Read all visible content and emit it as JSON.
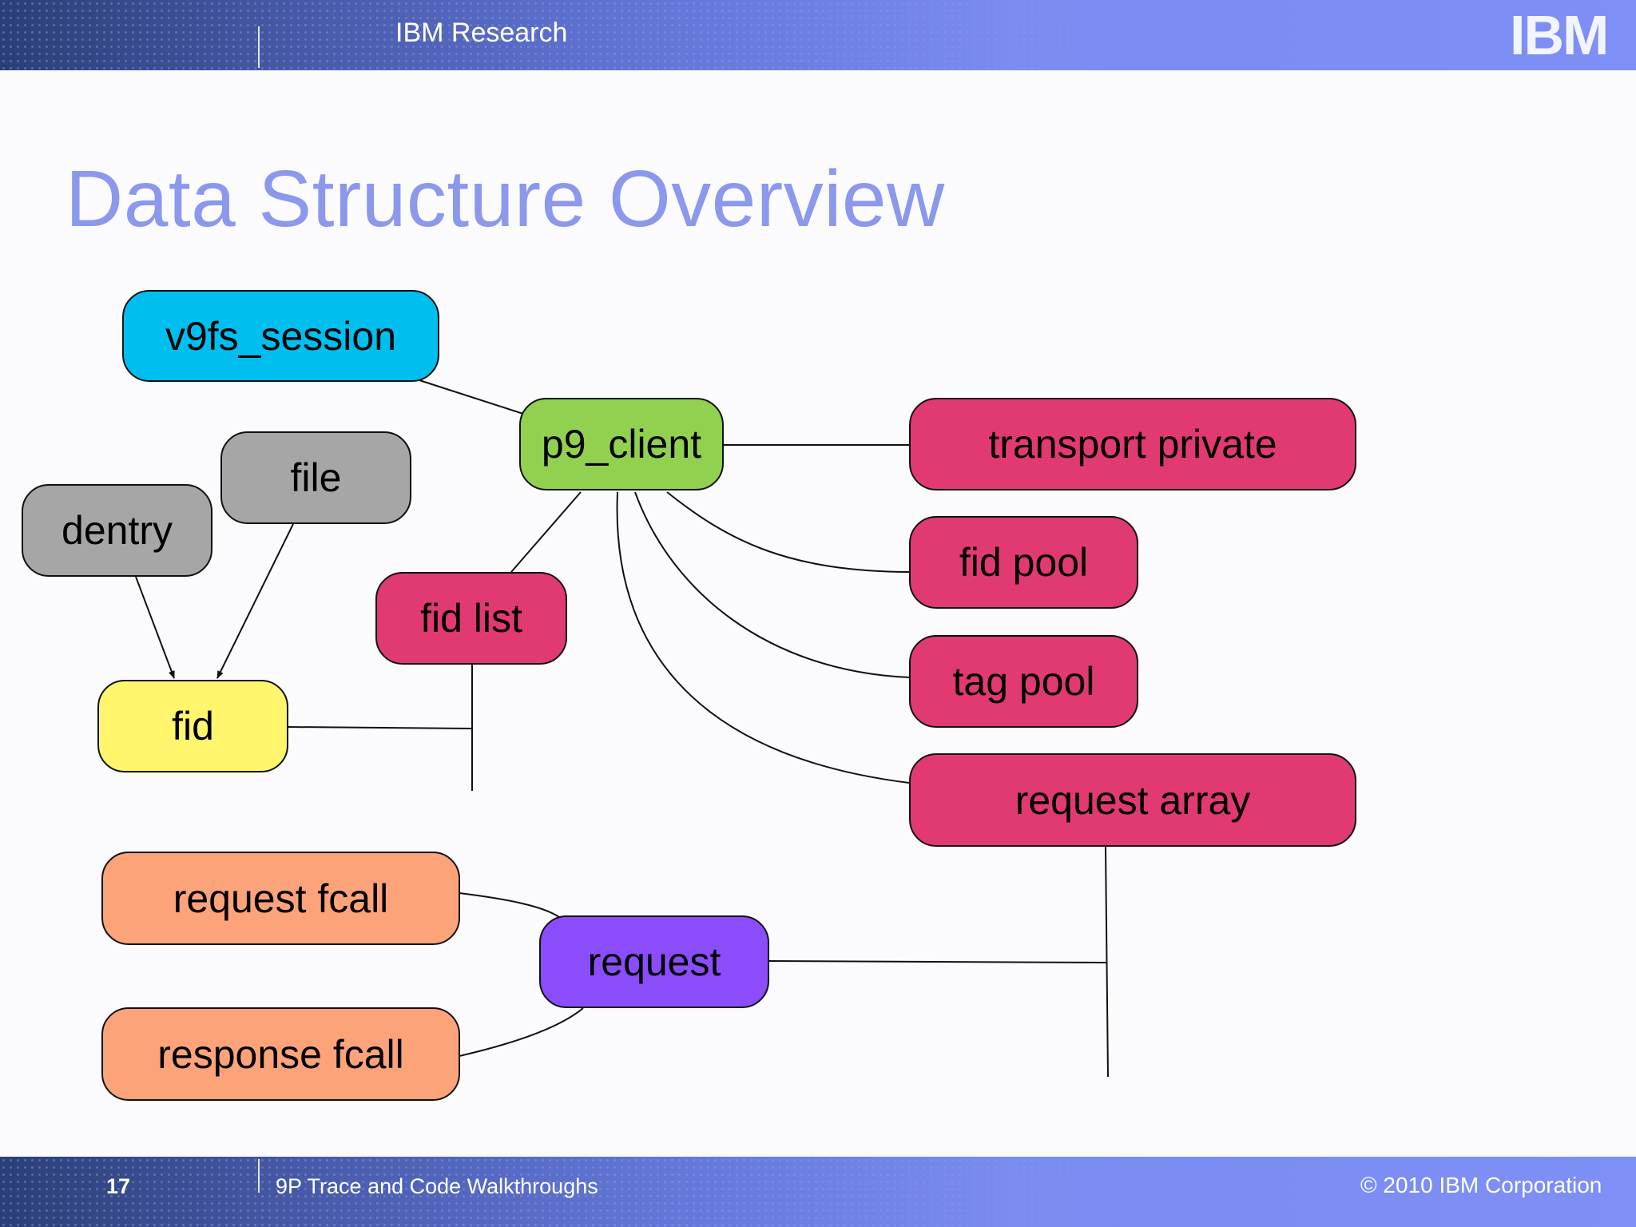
{
  "header": {
    "org": "IBM Research",
    "logo_text": "IBM"
  },
  "slide": {
    "title": "Data Structure Overview"
  },
  "footer": {
    "page_number": "17",
    "deck_title": "9P Trace and Code Walkthroughs",
    "copyright": "© 2010 IBM Corporation"
  },
  "diagram": {
    "nodes": {
      "v9fs_session": "v9fs_session",
      "p9_client": "p9_client",
      "transport_private": "transport private",
      "file": "file",
      "dentry": "dentry",
      "fid_pool": "fid pool",
      "fid_list": "fid list",
      "tag_pool": "tag pool",
      "fid": "fid",
      "request_array": "request array",
      "request_fcall": "request fcall",
      "request": "request",
      "response_fcall": "response fcall"
    },
    "colors": {
      "session": "#00bfef",
      "client": "#92d050",
      "structure": "#e13a72",
      "vfs": "#a6a6a6",
      "fid": "#fff66d",
      "fcall": "#fda37a",
      "request": "#8b4dfc"
    }
  }
}
